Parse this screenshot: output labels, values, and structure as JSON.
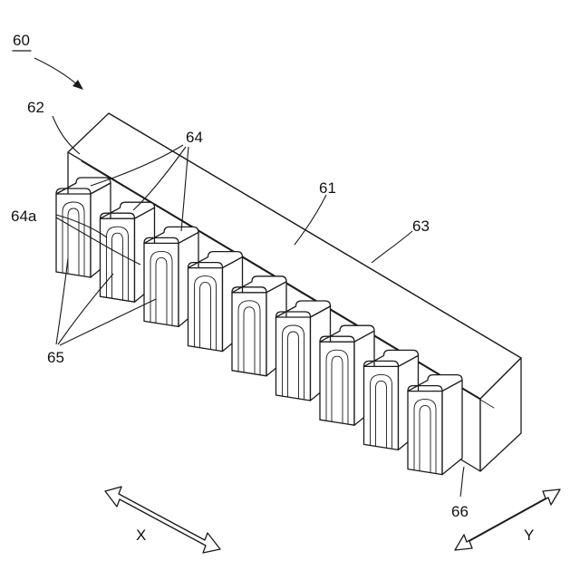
{
  "figure": {
    "labels": {
      "assembly": "60",
      "end_face": "62",
      "teeth": "64",
      "tooth_top": "64a",
      "slot": "65",
      "body": "61",
      "rear_edge": "63",
      "base_end": "66",
      "axis_x": "X",
      "axis_y": "Y"
    },
    "tooth_count": 9
  }
}
